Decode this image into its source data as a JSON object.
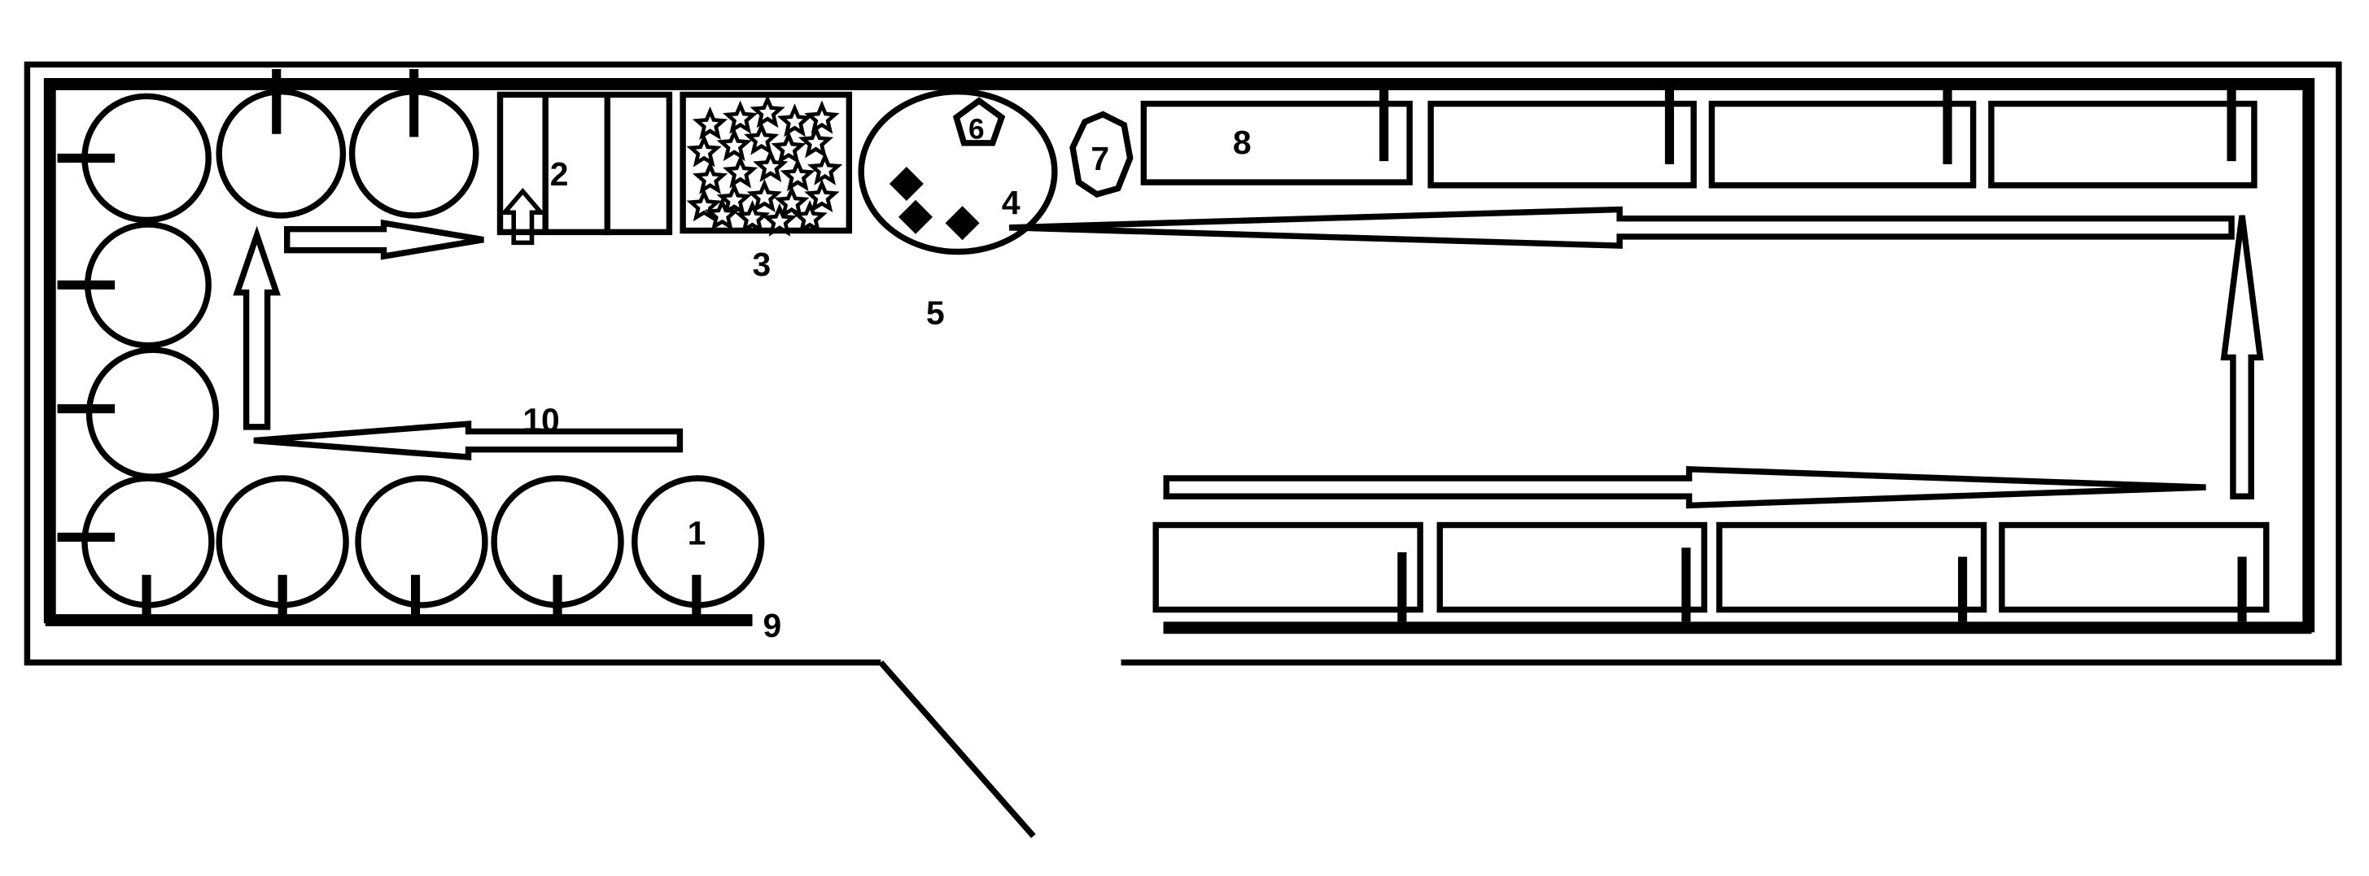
{
  "labels": {
    "l1": "1",
    "l2": "2",
    "l3": "3",
    "l4": "4",
    "l5": "5",
    "l6": "6",
    "l7": "7",
    "l8": "8",
    "l9": "9",
    "l10": "10"
  },
  "colors": {
    "ink": "#000000",
    "paper": "#ffffff"
  }
}
